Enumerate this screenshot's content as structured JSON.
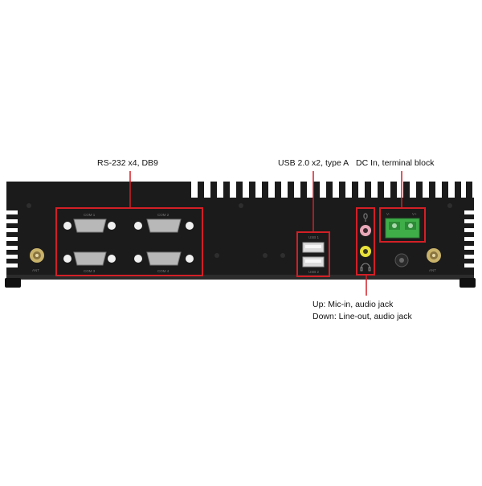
{
  "callouts": {
    "serial": "RS-232 x4, DB9",
    "usb": "USB 2.0 x2, type A",
    "dc_in": "DC In, terminal block",
    "audio_line1": "Up: Mic-in, audio jack",
    "audio_line2": "Down: Line-out, audio jack"
  },
  "panel_labels": {
    "com1": "COM 1",
    "com2": "COM 2",
    "com3": "COM 3",
    "com4": "COM 4",
    "ant_left": "ANT",
    "ant_right": "ANT",
    "usb_top": "USB 1",
    "usb_bottom": "USB 2",
    "dc_minus": "V-",
    "dc_plus": "V+"
  },
  "colors": {
    "chassis": "#1b1b1b",
    "highlight_box": "#d21f26",
    "terminal_block": "#3fae49",
    "mic_jack": "#e8a8b8",
    "line_out_jack": "#e8e23a",
    "antenna": "#c9b26a"
  },
  "icons": {
    "ground": "ground-icon",
    "microphone": "microphone-icon",
    "headphone": "headphone-icon"
  }
}
